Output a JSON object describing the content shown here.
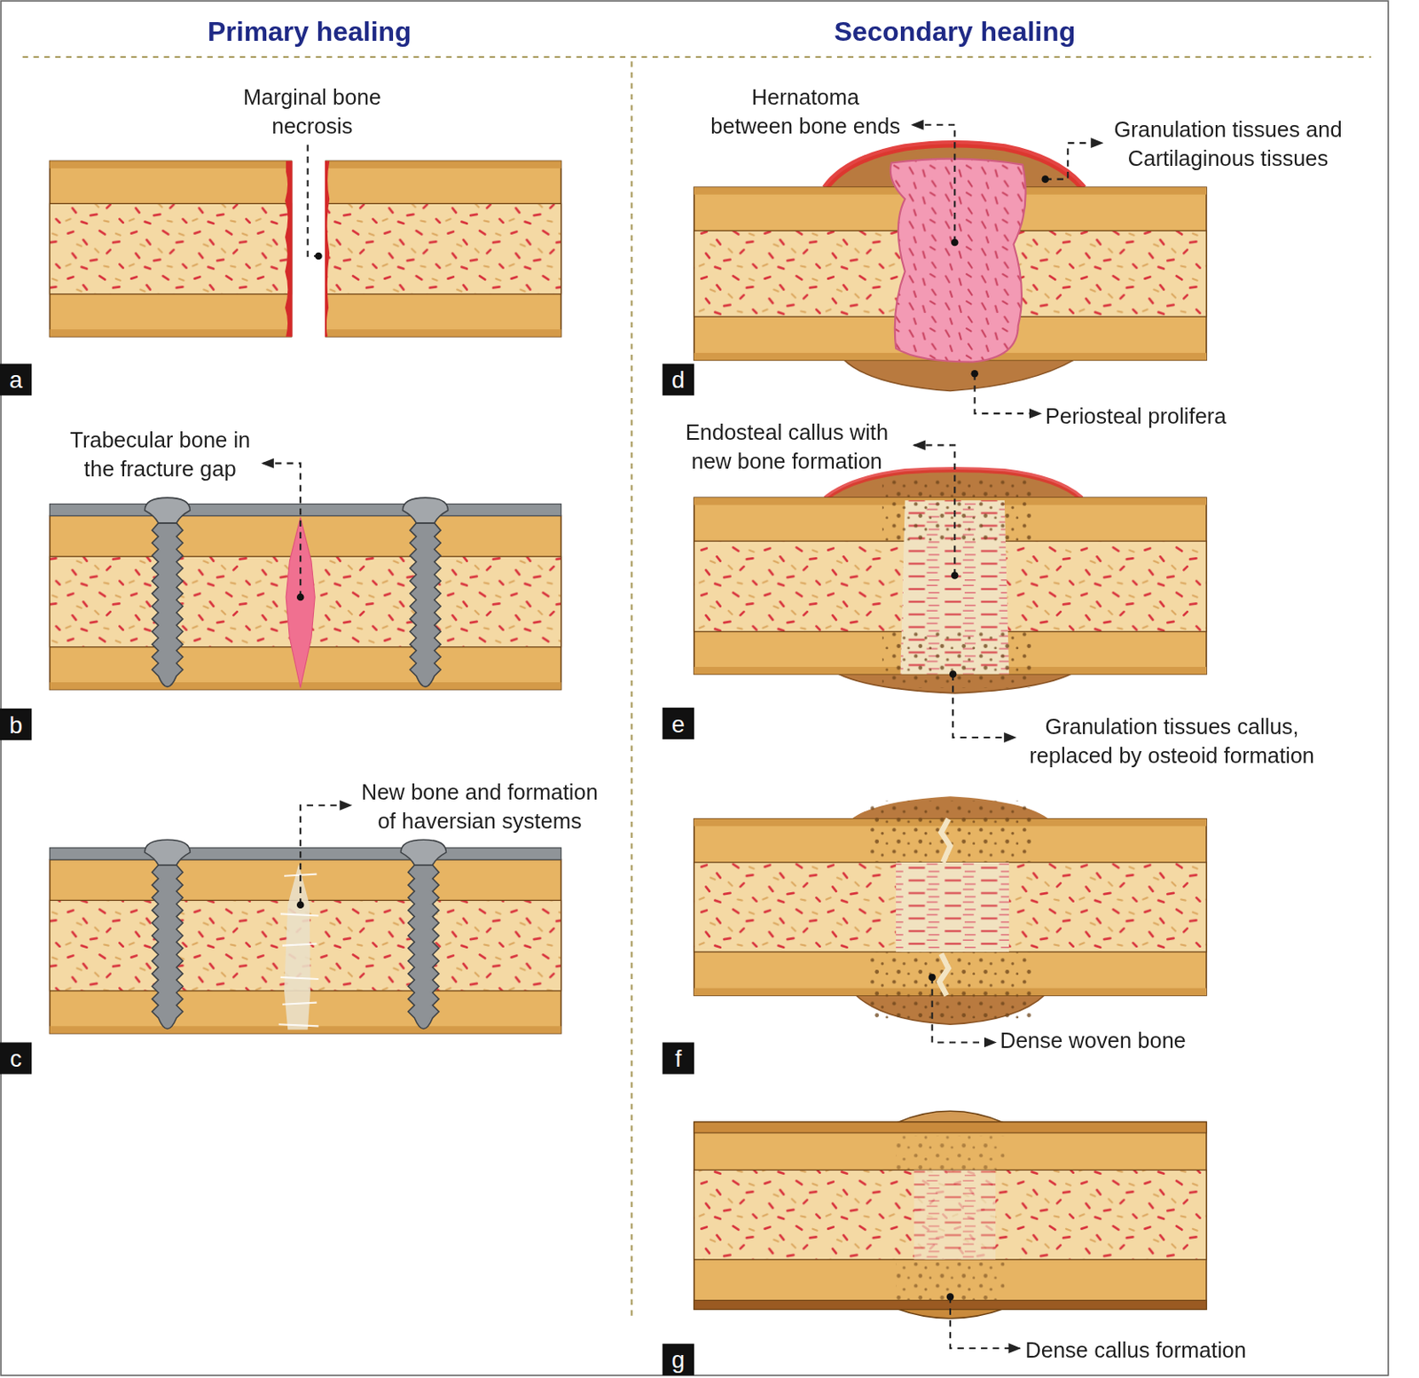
{
  "diagram": {
    "nodes": [
      {
        "text": [
          "a"
        ]
      },
      {
        "text": [
          "b"
        ]
      },
      {
        "text": [
          "c"
        ]
      },
      {
        "text": [
          "d"
        ]
      },
      {
        "text": [
          "e"
        ]
      },
      {
        "text": [
          "f"
        ]
      },
      {
        "text": [
          "g"
        ]
      }
    ],
    "labels": [
      "Primary healing",
      "Secondary healing",
      "Marginal bone necrosis",
      "Hernatoma between bone ends",
      "Granulation tissues and Cartilaginous tissues",
      "Periosteal prolifera",
      "Trabecular bone in the fracture gap",
      "Endosteal callus with new bone formation",
      "Granulation tissues callus, replaced by osteoid formation",
      "New bone and formation of haversian systems",
      "Dense woven bone",
      "Dense callus formation"
    ]
  }
}
